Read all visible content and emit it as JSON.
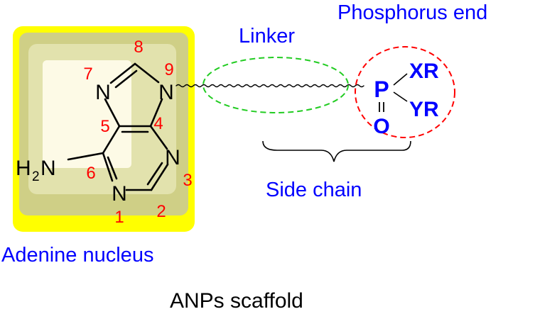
{
  "colors": {
    "box_outer": "#ffff00",
    "box_mid": "#cfcf86",
    "box_inner": "#e2e2ad",
    "box_center": "#fdfae6",
    "bond": "#000000",
    "atom_number": "#ff0000",
    "phosphorus_text": "#0000ff",
    "blue_label": "#0000ff",
    "linker_circle": "#22cc22",
    "phosphorus_circle": "#ff0000",
    "caption": "#000000"
  },
  "atoms": {
    "n7": "N",
    "n9": "N",
    "n3": "N",
    "n1": "N",
    "nh2_h": "H",
    "nh2_sub": "2",
    "nh2_n": "N"
  },
  "atom_numbers": {
    "c8": "8",
    "n7": "7",
    "n9": "9",
    "c5": "5",
    "c4": "4",
    "n3": "3",
    "c6": "6",
    "n1": "1",
    "c2": "2"
  },
  "phosphorus": {
    "p": "P",
    "o": "O",
    "xr": "XR",
    "yr": "YR"
  },
  "labels": {
    "linker": "Linker",
    "phosphorus_end": "Phosphorus end",
    "side_chain": "Side chain",
    "adenine_nucleus": "Adenine nucleus",
    "caption": "ANPs scaffold"
  }
}
